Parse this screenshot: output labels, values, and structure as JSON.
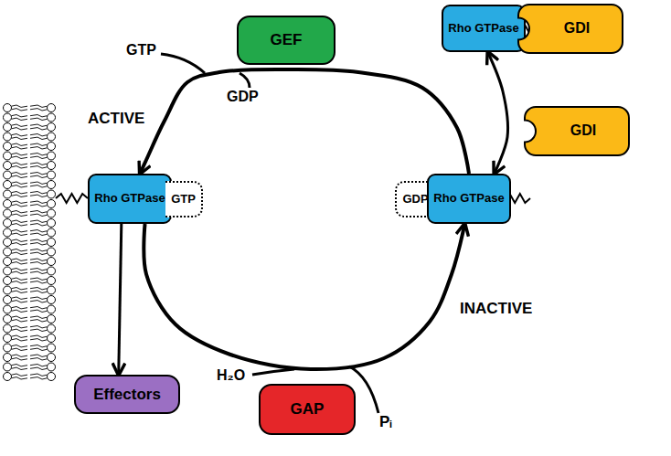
{
  "diagram": {
    "nodes": [
      {
        "text": [
          "GEF"
        ]
      },
      {
        "text": [
          "Rho GTPase"
        ]
      },
      {
        "text": [
          "GDI"
        ]
      },
      {
        "text": [
          "GDI"
        ]
      },
      {
        "text": [
          "Rho GTPase"
        ]
      },
      {
        "text": [
          "GTP"
        ]
      },
      {
        "text": [
          "GDP"
        ]
      },
      {
        "text": [
          "Rho GTPase"
        ]
      },
      {
        "text": [
          "Effectors"
        ]
      },
      {
        "text": [
          "GAP"
        ]
      }
    ],
    "edges": [
      {
        "from": 7,
        "to": 4,
        "arrow": "to"
      },
      {
        "from": 4,
        "to": 7,
        "arrow": "to"
      },
      {
        "from": 4,
        "to": 8,
        "arrow": "to"
      },
      {
        "from": 1,
        "to": 7,
        "arrow": "both"
      }
    ],
    "labels": [
      "GTP",
      "GDP",
      "ACTIVE",
      "H₂O",
      "INACTIVE",
      "Pᵢ"
    ]
  }
}
